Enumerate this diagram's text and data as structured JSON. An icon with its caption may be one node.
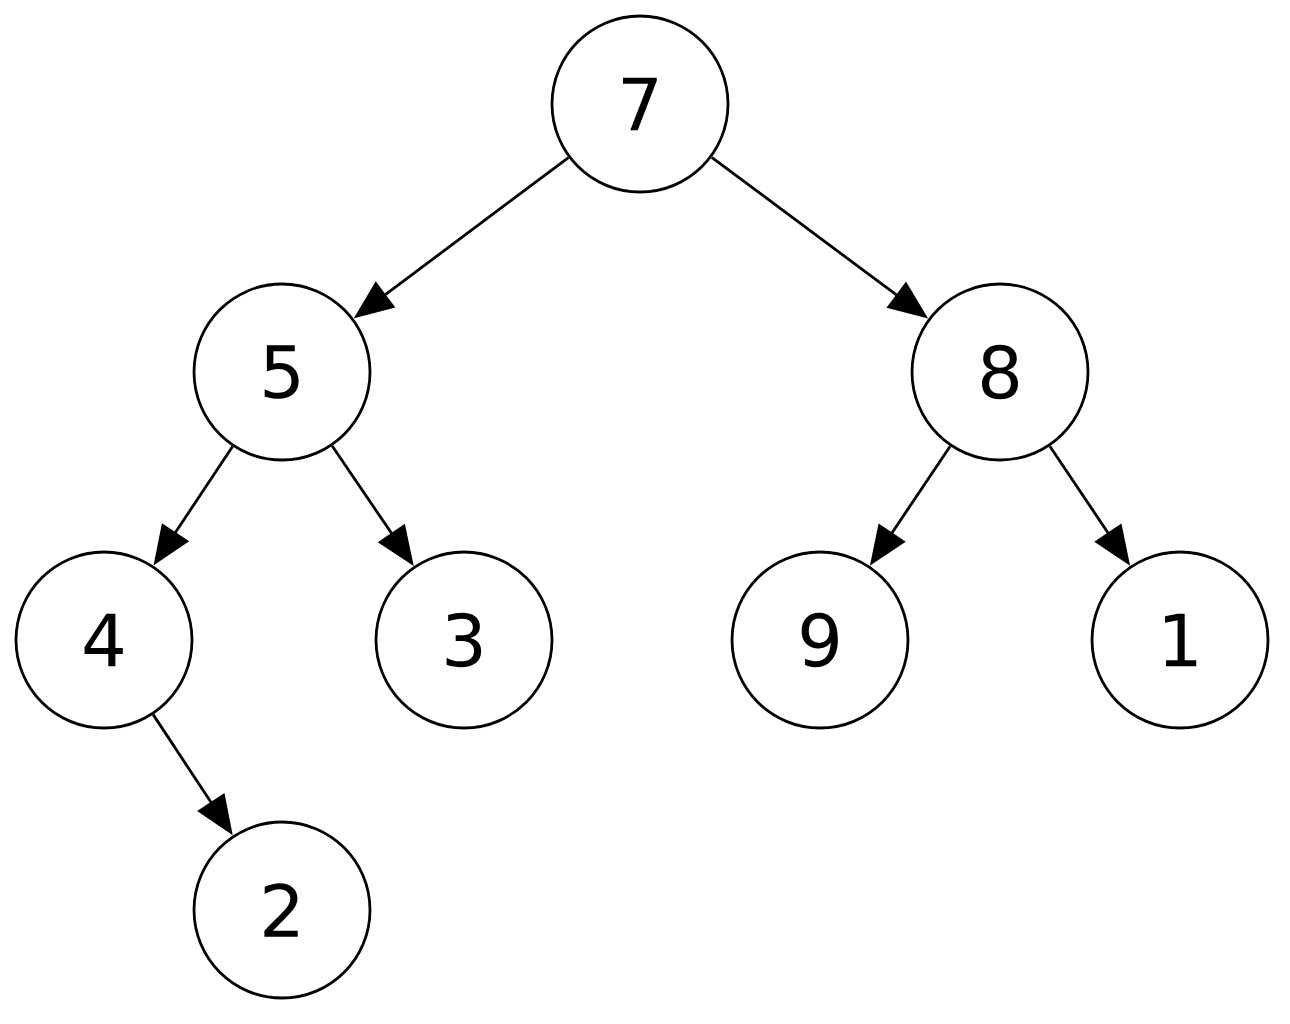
{
  "diagram": {
    "nodes": [
      {
        "text": [
          "7"
        ]
      },
      {
        "text": [
          "5"
        ]
      },
      {
        "text": [
          "8"
        ]
      },
      {
        "text": [
          "4"
        ]
      },
      {
        "text": [
          "3"
        ]
      },
      {
        "text": [
          "9"
        ]
      },
      {
        "text": [
          "1"
        ]
      },
      {
        "text": [
          "2"
        ]
      }
    ],
    "edges": [
      {
        "from": 0,
        "to": 1,
        "arrow": "to"
      },
      {
        "from": 0,
        "to": 2,
        "arrow": "to"
      },
      {
        "from": 1,
        "to": 3,
        "arrow": "to"
      },
      {
        "from": 1,
        "to": 4,
        "arrow": "to"
      },
      {
        "from": 2,
        "to": 5,
        "arrow": "to"
      },
      {
        "from": 2,
        "to": 6,
        "arrow": "to"
      },
      {
        "from": 3,
        "to": 7,
        "arrow": "to"
      }
    ]
  }
}
